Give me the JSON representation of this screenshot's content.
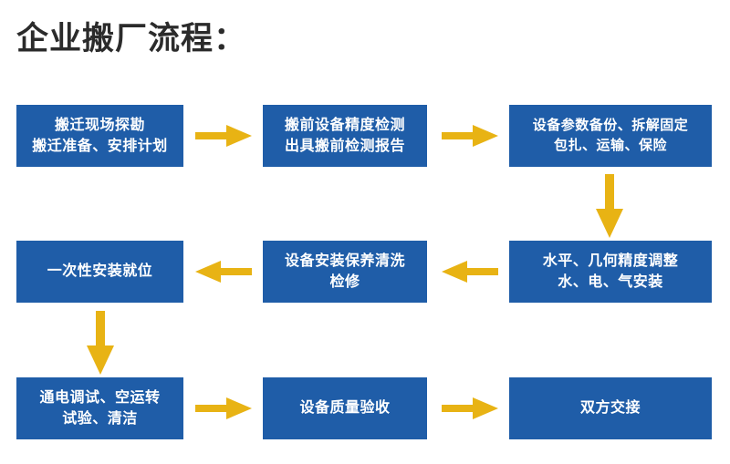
{
  "title": "企业搬厂流程：",
  "colors": {
    "box_blue": "#1f5da8",
    "arrow_gold": "#e8b314",
    "title_text": "#2b2b2b",
    "box_text": "#ffffff",
    "background": "#ffffff"
  },
  "flow": {
    "rows": [
      {
        "direction": "left-to-right",
        "nodes": [
          {
            "id": "node-1",
            "lines": [
              "搬迁现场探勘",
              "搬迁准备、安排计划"
            ]
          },
          {
            "id": "node-2",
            "lines": [
              "搬前设备精度检测",
              "出具搬前检测报告"
            ]
          },
          {
            "id": "node-3",
            "lines": [
              "设备参数备份、拆解固定",
              "包扎、运输、保险"
            ]
          }
        ]
      },
      {
        "direction": "right-to-left",
        "nodes": [
          {
            "id": "node-6",
            "lines": [
              "一次性安装就位"
            ]
          },
          {
            "id": "node-5",
            "lines": [
              "设备安装保养清洗",
              "检修"
            ]
          },
          {
            "id": "node-4",
            "lines": [
              "水平、几何精度调整",
              "水、电、气安装"
            ]
          }
        ]
      },
      {
        "direction": "left-to-right",
        "nodes": [
          {
            "id": "node-7",
            "lines": [
              "通电调试、空运转",
              "试验、清洁"
            ]
          },
          {
            "id": "node-8",
            "lines": [
              "设备质量验收"
            ]
          },
          {
            "id": "node-9",
            "lines": [
              "双方交接"
            ]
          }
        ]
      }
    ],
    "connectors": [
      {
        "id": "arrow-row1-1",
        "icon": "arrow-right-icon",
        "direction": "right"
      },
      {
        "id": "arrow-row1-2",
        "icon": "arrow-right-icon",
        "direction": "right"
      },
      {
        "id": "arrow-down-right",
        "icon": "arrow-down-icon",
        "direction": "down"
      },
      {
        "id": "arrow-row2-1",
        "icon": "arrow-left-icon",
        "direction": "left"
      },
      {
        "id": "arrow-row2-2",
        "icon": "arrow-left-icon",
        "direction": "left"
      },
      {
        "id": "arrow-down-left",
        "icon": "arrow-down-icon",
        "direction": "down"
      },
      {
        "id": "arrow-row3-1",
        "icon": "arrow-right-icon",
        "direction": "right"
      },
      {
        "id": "arrow-row3-2",
        "icon": "arrow-right-icon",
        "direction": "right"
      }
    ]
  }
}
